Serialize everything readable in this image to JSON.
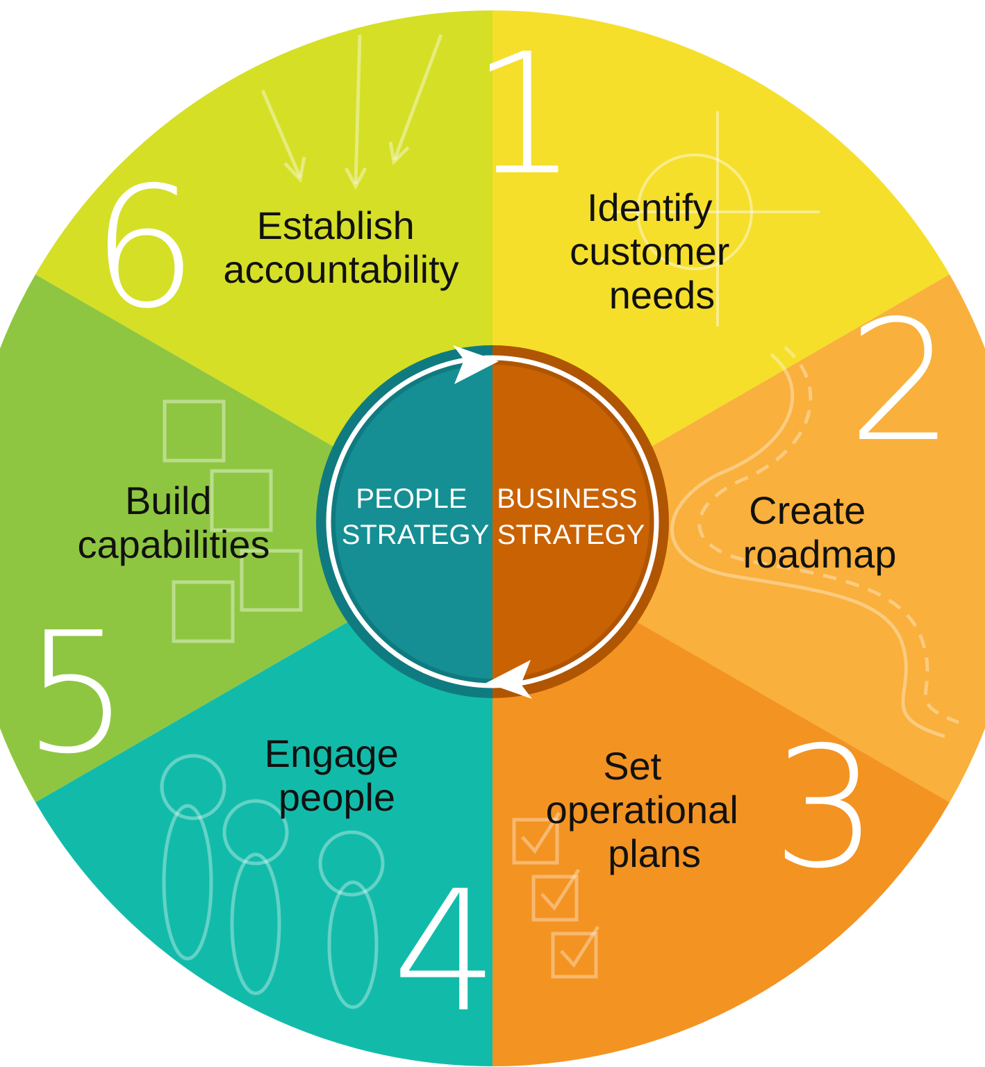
{
  "colors": {
    "seg1": "#F5DF2A",
    "seg2": "#F9B03C",
    "seg3": "#F39322",
    "seg4": "#12BBA9",
    "seg5": "#8EC641",
    "seg6": "#D5DF26",
    "inner_left": "#158F93",
    "inner_right": "#C96202",
    "ring_left": "#0F7B80",
    "ring_right": "#B05502"
  },
  "steps": [
    {
      "number": "1",
      "lines": [
        "Identify",
        "customer",
        "needs"
      ],
      "icon": "target-icon"
    },
    {
      "number": "2",
      "lines": [
        "Create",
        "roadmap"
      ],
      "icon": "winding-road-icon"
    },
    {
      "number": "3",
      "lines": [
        "Set",
        "operational",
        "plans"
      ],
      "icon": "checklist-icon"
    },
    {
      "number": "4",
      "lines": [
        "Engage",
        "people"
      ],
      "icon": "people-icon"
    },
    {
      "number": "5",
      "lines": [
        "Build",
        "capabilities"
      ],
      "icon": "blocks-icon"
    },
    {
      "number": "6",
      "lines": [
        "Establish",
        "accountability"
      ],
      "icon": "arrows-icon"
    }
  ],
  "center": {
    "left_lines": [
      "PEOPLE",
      "STRATEGY"
    ],
    "right_lines": [
      "BUSINESS",
      "STRATEGY"
    ]
  }
}
